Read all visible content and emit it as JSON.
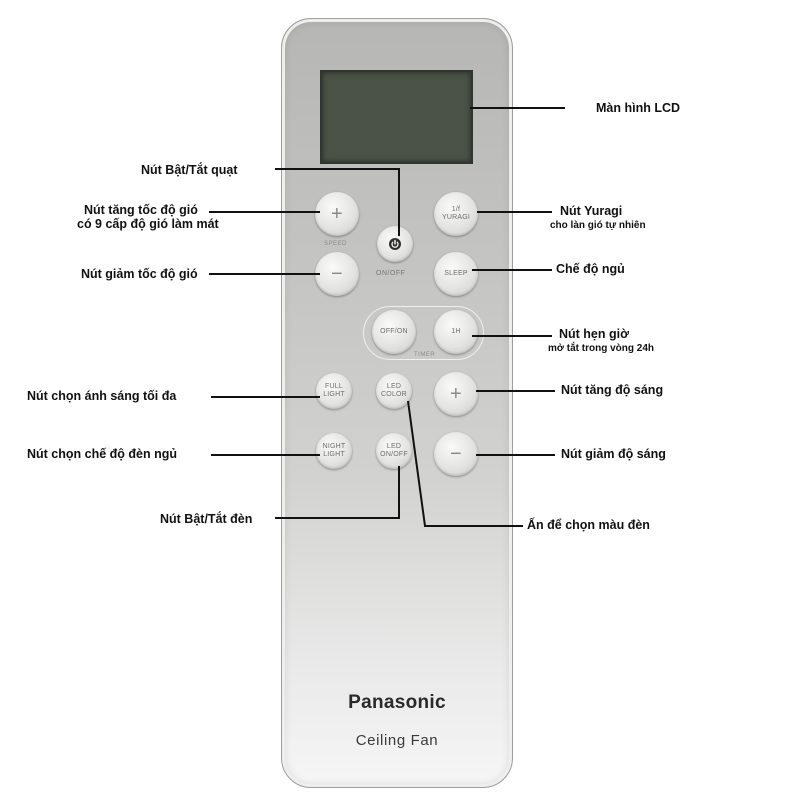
{
  "remote": {
    "brand": "Panasonic",
    "model": "Ceiling Fan",
    "buttons": {
      "speed_up": "+",
      "speed_caption": "SPEED",
      "speed_down": "−",
      "fan_power": "ON/OFF",
      "yuragi": "1/f\nYURAGI",
      "sleep": "SLEEP",
      "timer_off_on": "OFF/ON",
      "timer_1h": "1H",
      "timer_caption": "TIMER",
      "full_light": "FULL\nLIGHT",
      "led_color": "LED\nCOLOR",
      "bright_up": "+",
      "night_light": "NIGHT\nLIGHT",
      "led_power": "LED\nON/OFF",
      "bright_down": "−"
    }
  },
  "labels": {
    "lcd": "Màn hình LCD",
    "fan_power": "Nút Bật/Tắt quạt",
    "speed_up_1": "Nút tăng tốc độ gió",
    "speed_up_2": "có 9 cấp độ gió làm mát",
    "yuragi_1": "Nút Yuragi",
    "yuragi_2": "cho làn gió tự nhiên",
    "speed_down": "Nút giảm tốc độ gió",
    "sleep": "Chế độ ngủ",
    "timer_1": "Nút hẹn giờ",
    "timer_2": "mở tắt trong vòng 24h",
    "full_light": "Nút chọn ánh sáng tối đa",
    "bright_up": "Nút tăng độ sáng",
    "night_light": "Nút chọn chế độ đèn ngủ",
    "bright_down": "Nút giảm độ sáng",
    "led_power": "Nút Bật/Tắt đèn",
    "led_color": "Ấn để chọn màu đèn"
  }
}
